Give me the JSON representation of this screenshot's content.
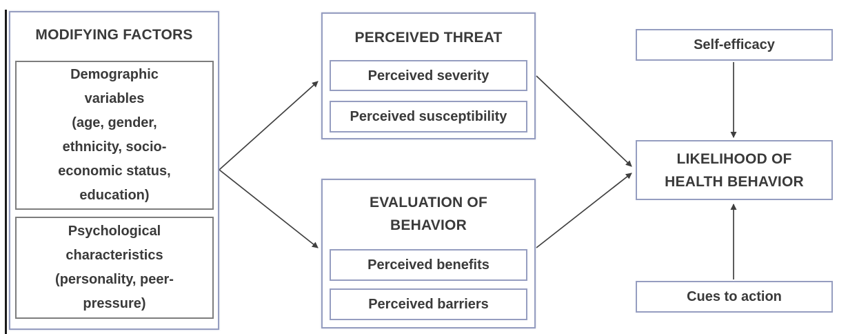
{
  "figure": {
    "modifying_factors": {
      "title": "MODIFYING FACTORS",
      "demographic": "Demographic\nvariables\n(age, gender,\nethnicity, socio-\neconomic status,\neducation)",
      "psychological": "Psychological\ncharacteristics\n(personality, peer-\npressure)"
    },
    "perceived_threat": {
      "title": "PERCEIVED THREAT",
      "severity": "Perceived severity",
      "susceptibility": "Perceived susceptibility"
    },
    "evaluation_of_behavior": {
      "title": "EVALUATION OF\nBEHAVIOR",
      "benefits": "Perceived benefits",
      "barriers": "Perceived barriers"
    },
    "self_efficacy": "Self-efficacy",
    "likelihood": "LIKELIHOOD OF\nHEALTH BEHAVIOR",
    "cues_to_action": "Cues to action"
  },
  "colors": {
    "box_border": "#959dc0",
    "inner_border_gray": "#7d7d7d",
    "text": "#3a3a3a",
    "arrow": "#3f3f3f",
    "frame_line": "#1a1a1a"
  }
}
